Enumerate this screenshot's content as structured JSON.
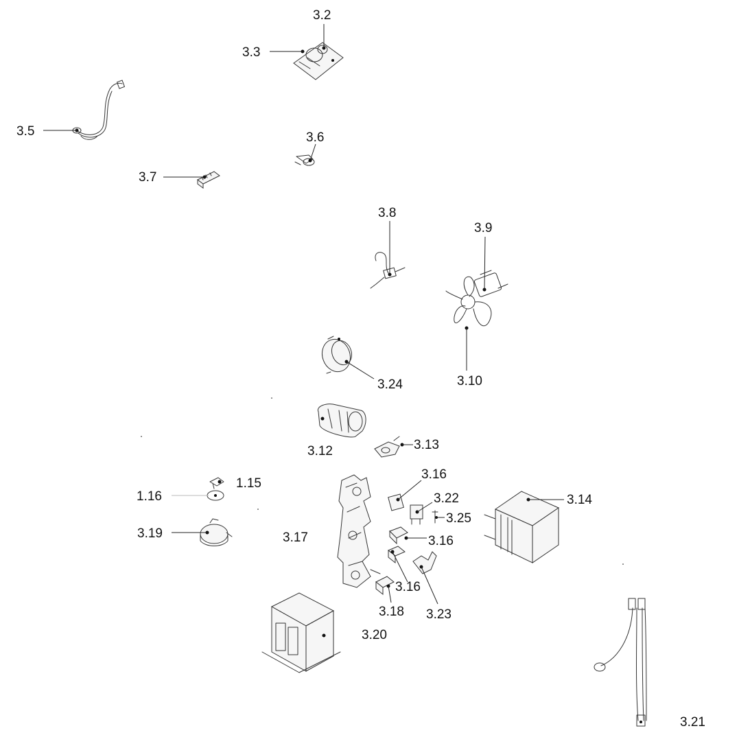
{
  "labels": {
    "p3_2": "3.2",
    "p3_3": "3.3",
    "p3_5": "3.5",
    "p3_6": "3.6",
    "p3_7": "3.7",
    "p3_8": "3.8",
    "p3_9": "3.9",
    "p3_10": "3.10",
    "p3_24": "3.24",
    "p3_12": "3.12",
    "p3_13": "3.13",
    "p1_15": "1.15",
    "p1_16": "1.16",
    "p3_16a": "3.16",
    "p3_22": "3.22",
    "p3_14": "3.14",
    "p3_25": "3.25",
    "p3_19": "3.19",
    "p3_17": "3.17",
    "p3_16b": "3.16",
    "p3_16c": "3.16",
    "p3_18": "3.18",
    "p3_23": "3.23",
    "p3_20": "3.20",
    "p3_21": "3.21"
  }
}
